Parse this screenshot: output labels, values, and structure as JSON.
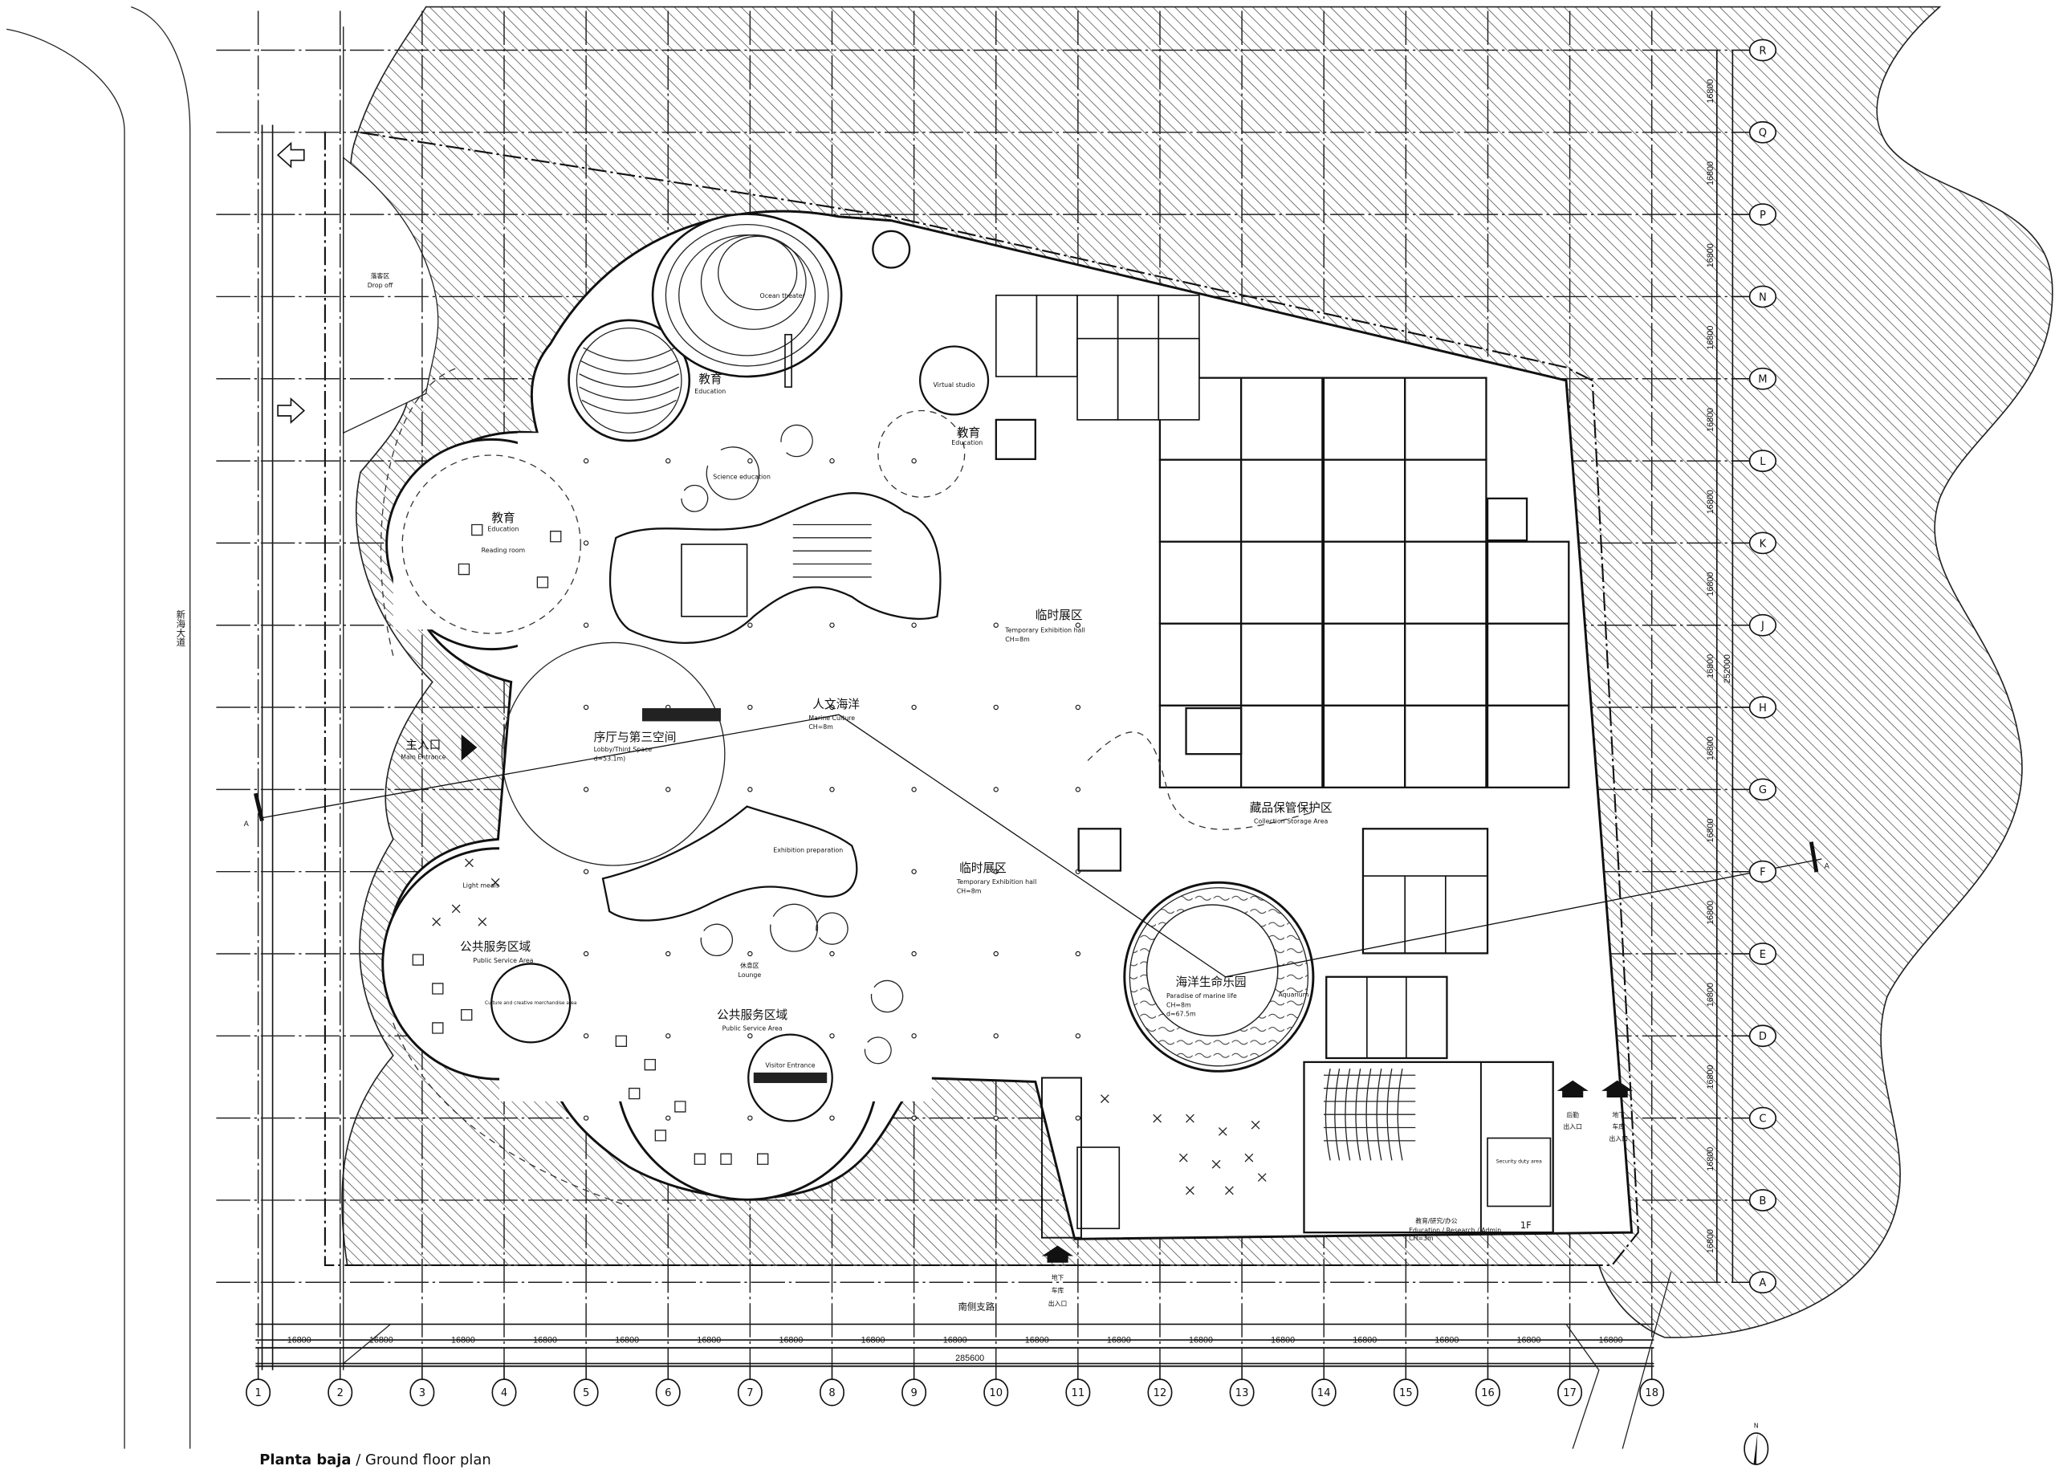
{
  "title": {
    "primary": "Planta baja",
    "secondary": " / Ground floor plan"
  },
  "north_label": "N",
  "section_mark": "A",
  "columns": [
    "1",
    "2",
    "3",
    "4",
    "5",
    "6",
    "7",
    "8",
    "9",
    "10",
    "11",
    "12",
    "13",
    "14",
    "15",
    "16",
    "17",
    "18"
  ],
  "rows": [
    "R",
    "Q",
    "P",
    "N",
    "M",
    "L",
    "K",
    "J",
    "H",
    "G",
    "F",
    "E",
    "D",
    "C",
    "B",
    "A"
  ],
  "bottom_dimensions": [
    "16800",
    "16800",
    "16800",
    "16800",
    "16800",
    "16800",
    "16800",
    "16800",
    "16800",
    "16800",
    "16800",
    "16800",
    "16800",
    "16800",
    "16800",
    "16800",
    "16800"
  ],
  "bottom_total": "285600",
  "right_dimensions": [
    "16800",
    "16800",
    "16800",
    "16800",
    "16800",
    "16800",
    "16800",
    "16800",
    "16800",
    "16800",
    "16800",
    "16800",
    "16800",
    "16800",
    "16800"
  ],
  "right_total": "252000",
  "roads": {
    "west": "新海大道",
    "south": "南侧支路"
  },
  "labels": {
    "drop_off": {
      "cn": "落客区",
      "en": "Drop off"
    },
    "main_entrance": {
      "cn": "主入口",
      "en": "Main Entrance"
    },
    "lobby": {
      "cn": "序厅与第三空间",
      "en": "Lobby/Third Space",
      "d": "d=53.1m)"
    },
    "marine_culture": {
      "cn": "人文海洋",
      "en": "Marine Culture",
      "ch": "CH=8m"
    },
    "temp_exhibition_1": {
      "cn": "临时展区",
      "en": "Temporary Exhibition hall",
      "ch": "CH=8m"
    },
    "temp_exhibition_2": {
      "cn": "临时展区",
      "en": "Temporary Exhibition hall",
      "ch": "CH=8m"
    },
    "education_1": {
      "cn": "教育",
      "en": "Education"
    },
    "education_2": {
      "cn": "教育",
      "en": "Education"
    },
    "education_3": {
      "cn": "教育",
      "en": "Education",
      "sub_en": "Reading room"
    },
    "ocean_theater": {
      "en": "Ocean theater"
    },
    "virtual_studio": {
      "en": "Virtual studio"
    },
    "science_education": {
      "en": "Science education"
    },
    "exhibition_prep": {
      "en": "Exhibition preparation"
    },
    "light_meals": {
      "en": "Light meals"
    },
    "public_service_1": {
      "cn": "公共服务区域",
      "en": "Public Service Area"
    },
    "public_service_2": {
      "cn": "公共服务区域",
      "en": "Public Service Area"
    },
    "culture_shop": {
      "en": "Culture and creative merchandise area"
    },
    "lounge": {
      "cn": "休息区",
      "en": "Lounge"
    },
    "visitor_entrance": {
      "en": "Visitor Entrance"
    },
    "collection_storage": {
      "cn": "藏品保管保护区",
      "en": "Collection Storage Area"
    },
    "marine_life": {
      "cn": "海洋生命乐园",
      "en": "Paradise of marine life",
      "ch": "CH=8m",
      "d": "d=67.5m"
    },
    "aquarium": {
      "en": "Aquarium"
    },
    "security": {
      "en": "Security duty area"
    },
    "admin": {
      "cn": "教育/研究/办公",
      "en": "Education / Research / Admin",
      "ch": "CH=3m"
    },
    "floor": "1F",
    "garage_south": [
      "地下",
      "车库",
      "出入口"
    ],
    "service_entrance": [
      "后勤",
      "出入口"
    ],
    "garage_east": [
      "地下",
      "车库",
      "出入口"
    ]
  },
  "colors": {
    "line": "#111111",
    "hatch": "#333333",
    "background": "#ffffff"
  }
}
